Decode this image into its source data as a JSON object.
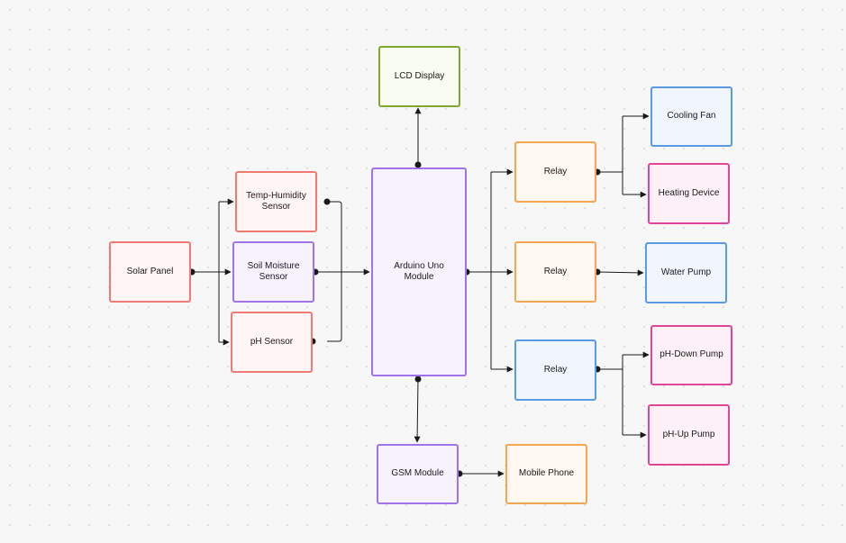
{
  "diagram": {
    "nodes": {
      "solar_panel": {
        "label": "Solar Panel",
        "color": "#f07b73"
      },
      "temp_humidity": {
        "label": "Temp-Humidity\nSensor",
        "color": "#f07b73"
      },
      "soil_moisture": {
        "label": "Soil Moisture\nSensor",
        "color": "#a173ea"
      },
      "ph_sensor": {
        "label": "pH Sensor",
        "color": "#f07b73"
      },
      "lcd_display": {
        "label": "LCD Display",
        "color": "#7fa62e"
      },
      "arduino": {
        "label": "Arduino Uno\nModule",
        "color": "#a173ea"
      },
      "gsm_module": {
        "label": "GSM Module",
        "color": "#a173ea"
      },
      "mobile_phone": {
        "label": "Mobile Phone",
        "color": "#f5a652"
      },
      "relay_1": {
        "label": "Relay",
        "color": "#f5a652"
      },
      "relay_2": {
        "label": "Relay",
        "color": "#f5a652"
      },
      "relay_3": {
        "label": "Relay",
        "color": "#5a9be6"
      },
      "cooling_fan": {
        "label": "Cooling Fan",
        "color": "#5a9be6"
      },
      "heating_device": {
        "label": "Heating Device",
        "color": "#e0459a"
      },
      "water_pump": {
        "label": "Water Pump",
        "color": "#5a9be6"
      },
      "ph_down_pump": {
        "label": "pH-Down Pump",
        "color": "#e0459a"
      },
      "ph_up_pump": {
        "label": "pH-Up Pump",
        "color": "#e0459a"
      }
    },
    "edges": [
      {
        "from": "solar_panel",
        "to": "temp_humidity"
      },
      {
        "from": "solar_panel",
        "to": "soil_moisture"
      },
      {
        "from": "solar_panel",
        "to": "ph_sensor"
      },
      {
        "from": "temp_humidity",
        "to": "arduino"
      },
      {
        "from": "soil_moisture",
        "to": "arduino"
      },
      {
        "from": "ph_sensor",
        "to": "arduino"
      },
      {
        "from": "arduino",
        "to": "lcd_display"
      },
      {
        "from": "arduino",
        "to": "gsm_module"
      },
      {
        "from": "gsm_module",
        "to": "mobile_phone"
      },
      {
        "from": "arduino",
        "to": "relay_1"
      },
      {
        "from": "arduino",
        "to": "relay_2"
      },
      {
        "from": "arduino",
        "to": "relay_3"
      },
      {
        "from": "relay_1",
        "to": "cooling_fan"
      },
      {
        "from": "relay_1",
        "to": "heating_device"
      },
      {
        "from": "relay_2",
        "to": "water_pump"
      },
      {
        "from": "relay_3",
        "to": "ph_down_pump"
      },
      {
        "from": "relay_3",
        "to": "ph_up_pump"
      }
    ],
    "wire_color": "#1a1a1a"
  }
}
